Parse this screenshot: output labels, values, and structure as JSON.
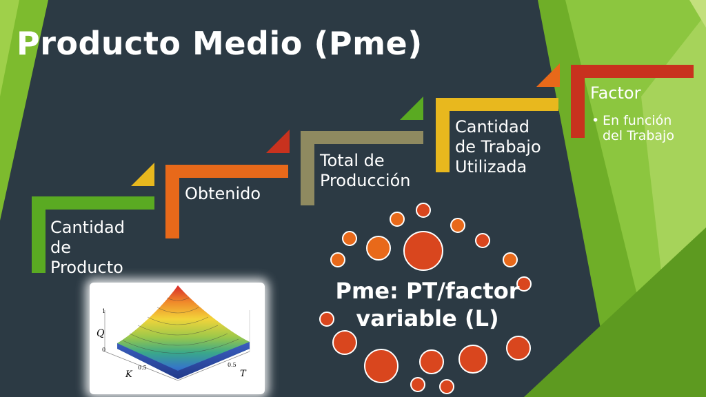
{
  "slide": {
    "title": "Producto Medio (Pme)",
    "colors": {
      "background": "#2c3a44",
      "green": "#5aaa22",
      "orange": "#e8691a",
      "red": "#c8321e",
      "yellow": "#e8b81e",
      "olive": "#8f8a60"
    },
    "steps": [
      {
        "label": "Cantidad\nde\nProducto",
        "color": "#5aaa22"
      },
      {
        "label": "Obtenido",
        "color": "#e8691a"
      },
      {
        "label": "Total de\nProducción",
        "color": "#8f8a60"
      },
      {
        "label": "Cantidad\nde Trabajo\nUtilizada",
        "color": "#e8b81e"
      },
      {
        "label": "Factor",
        "color": "#c8321e"
      }
    ],
    "factor_bullet": "En función\ndel Trabajo",
    "formula": {
      "line1": "Pme: PT/factor",
      "line2": "variable (L)"
    },
    "figure": {
      "z_label": "Q",
      "x_label": "K",
      "y_label": "T",
      "tick_left": "0.5",
      "tick_right": "0.5",
      "tick_z_top": "1",
      "tick_z_bottom": "0"
    }
  }
}
